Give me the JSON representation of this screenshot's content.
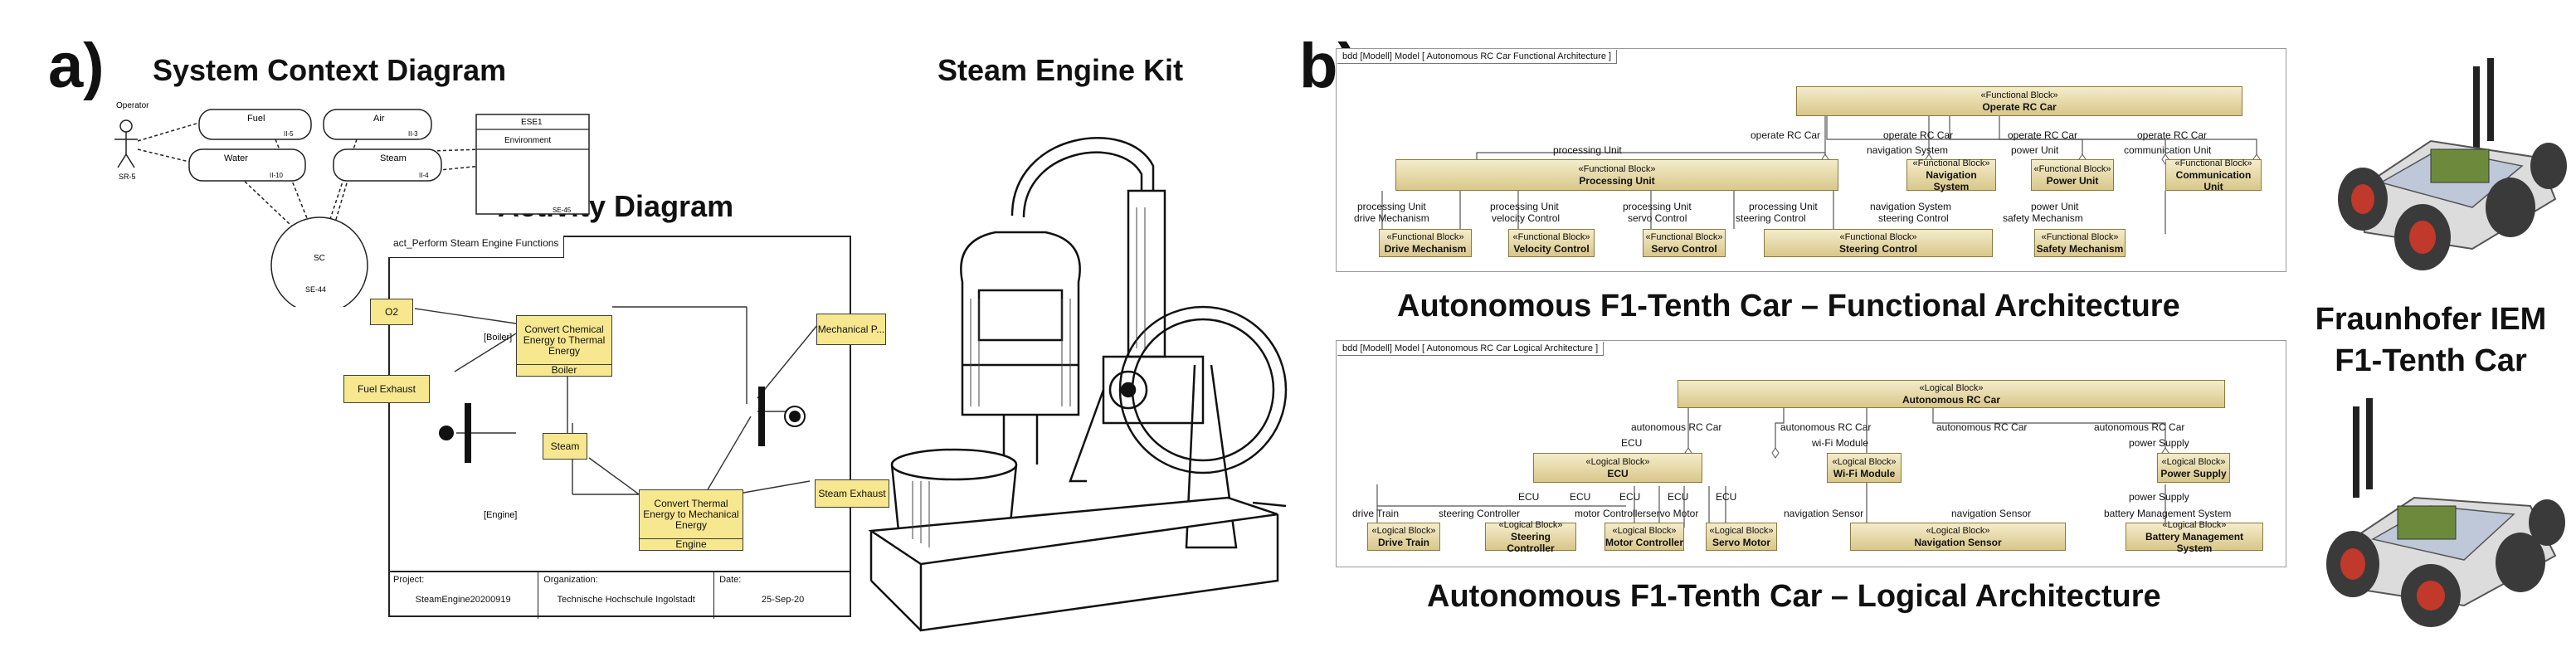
{
  "panel_a": {
    "label": "a)",
    "context": {
      "title": "System Context Diagram",
      "operator": "Operator",
      "operator_id": "SR-5",
      "fuel": "Fuel",
      "fuel_id": "II-5",
      "water": "Water",
      "water_id": "II-10",
      "air": "Air",
      "air_id": "II-3",
      "steam": "Steam",
      "steam_id": "II-4",
      "env_id": "ESE1",
      "env": "Environment",
      "env_code": "SE-45",
      "sc": "SC",
      "sc_id": "SE-44"
    },
    "activity": {
      "title": "Activity Diagram",
      "frame": "act_Perform Steam Engine Functions",
      "o2": "O2",
      "fuel_exhaust": "Fuel Exhaust",
      "convert_chem": "Convert Chemical Energy to Thermal Energy",
      "boiler": "Boiler",
      "boiler_part": "[Boiler]",
      "steam": "Steam",
      "convert_thermal": "Convert Thermal Energy to Mechanical Energy",
      "engine": "Engine",
      "engine_part": "[Engine]",
      "mechanical": "Mechanical P...",
      "steam_exhaust": "Steam Exhaust",
      "project_label": "Project:",
      "project": "SteamEngine20200919",
      "org_label": "Organization:",
      "org": "Technische Hochschule Ingolstadt",
      "date_label": "Date:",
      "date": "25-Sep-20"
    },
    "kit": {
      "title": "Steam Engine Kit"
    }
  },
  "panel_b": {
    "label": "b)",
    "functional": {
      "header": "bdd [Modell] Model [ Autonomous RC Car Functional Architecture ]",
      "caption": "Autonomous F1-Tenth Car – Functional Architecture",
      "stereo": "«Functional Block»",
      "blocks": {
        "root": "Operate RC Car",
        "processing": "Processing Unit",
        "navigation": "Navigation System",
        "power": "Power Unit",
        "communication": "Communication Unit",
        "drive": "Drive Mechanism",
        "velocity": "Velocity Control",
        "servo": "Servo Control",
        "steering": "Steering Control",
        "safety": "Safety Mechanism"
      },
      "roles": {
        "operate1": "operate RC Car",
        "operate2": "operate RC Car",
        "operate3": "operate RC Car",
        "operate4": "operate RC Car",
        "processing_unit": "processing Unit",
        "navigation_system": "navigation System",
        "power_unit": "power Unit",
        "communication_unit": "communication Unit",
        "pu1": "processing Unit",
        "pu2": "processing Unit",
        "pu3": "processing Unit",
        "pu4": "processing Unit",
        "drive_mechanism": "drive Mechanism",
        "velocity_control": "velocity Control",
        "servo_control": "servo Control",
        "steering_control1": "steering Control",
        "nav_system2": "navigation System",
        "steering_control2": "steering Control",
        "power_unit2": "power Unit",
        "safety_mechanism": "safety Mechanism"
      }
    },
    "logical": {
      "header": "bdd [Modell] Model [ Autonomous RC Car Logical Architecture ]",
      "caption": "Autonomous F1-Tenth Car – Logical Architecture",
      "stereo": "«Logical Block»",
      "blocks": {
        "root": "Autonomous RC Car",
        "ecu": "ECU",
        "wifi": "Wi-Fi Module",
        "power": "Power Supply",
        "drive": "Drive Train",
        "steering": "Steering Controller",
        "motor": "Motor Controller",
        "servo": "Servo Motor",
        "navigation": "Navigation Sensor",
        "battery": "Battery Management System"
      },
      "roles": {
        "arc1": "autonomous RC Car",
        "arc2": "autonomous RC Car",
        "arc3": "autonomous RC Car",
        "arc4": "autonomous RC Car",
        "ecu_role": "ECU",
        "wifi_module": "wi-Fi Module",
        "power_supply": "power Supply",
        "power_supply2": "power Supply",
        "ecu1": "ECU",
        "ecu2": "ECU",
        "ecu3": "ECU",
        "ecu4": "ECU",
        "ecu5": "ECU",
        "drive_train": "drive Train",
        "steering_controller": "steering Controller",
        "motor_controller": "motor Controller",
        "servo_motor": "servo Motor",
        "navigation_sensor1": "navigation Sensor",
        "navigation_sensor2": "navigation Sensor",
        "battery_ms": "battery Management System"
      }
    },
    "car": {
      "title": "Fraunhofer IEM F1-Tenth Car"
    }
  }
}
